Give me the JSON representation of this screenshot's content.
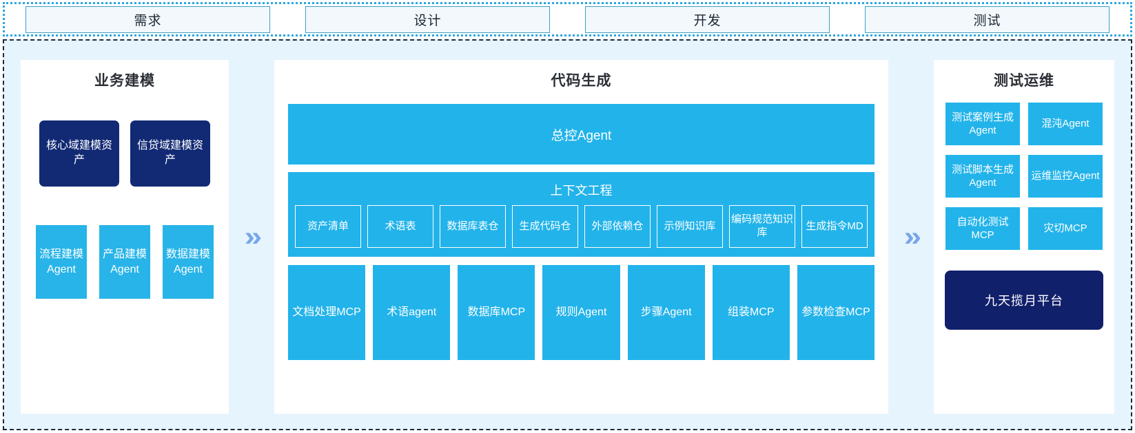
{
  "phases": [
    {
      "label": "需求"
    },
    {
      "label": "设计"
    },
    {
      "label": "开发"
    },
    {
      "label": "测试"
    }
  ],
  "arrows": {
    "left_arrow": "»",
    "right_arrow": "»",
    "icon": "double-chevron-right-icon"
  },
  "left_panel": {
    "title": "业务建模",
    "assets": [
      {
        "label": "核心域建模资产"
      },
      {
        "label": "信贷域建模资产"
      }
    ],
    "agents": [
      {
        "label": "流程建模Agent"
      },
      {
        "label": "产品建模Agent"
      },
      {
        "label": "数据建模Agent"
      }
    ]
  },
  "mid_panel": {
    "title": "代码生成",
    "master_agent": "总控Agent",
    "context": {
      "title": "上下文工程",
      "items": [
        {
          "label": "资产清单"
        },
        {
          "label": "术语表"
        },
        {
          "label": "数据库表仓"
        },
        {
          "label": "生成代码仓"
        },
        {
          "label": "外部依赖仓"
        },
        {
          "label": "示例知识库"
        },
        {
          "label": "编码规范知识库"
        },
        {
          "label": "生成指令MD"
        }
      ]
    },
    "tools": [
      {
        "label": "文档处理MCP"
      },
      {
        "label": "术语agent"
      },
      {
        "label": "数据库MCP"
      },
      {
        "label": "规则Agent"
      },
      {
        "label": "步骤Agent"
      },
      {
        "label": "组装MCP"
      },
      {
        "label": "参数检查MCP"
      }
    ]
  },
  "right_panel": {
    "title": "测试运维",
    "items": [
      {
        "label": "测试案例生成Agent"
      },
      {
        "label": "混沌Agent"
      },
      {
        "label": "测试脚本生成Agent"
      },
      {
        "label": "运维监控Agent"
      },
      {
        "label": "自动化测试MCP"
      },
      {
        "label": "灾切MCP"
      }
    ],
    "platform": "九天揽月平台"
  },
  "colors": {
    "accent_blue": "#22b3ea",
    "navy": "#122a74",
    "panel_bg": "#e6f4fd",
    "phase_border": "#3f9fc4",
    "chevron": "#78a6ea"
  }
}
